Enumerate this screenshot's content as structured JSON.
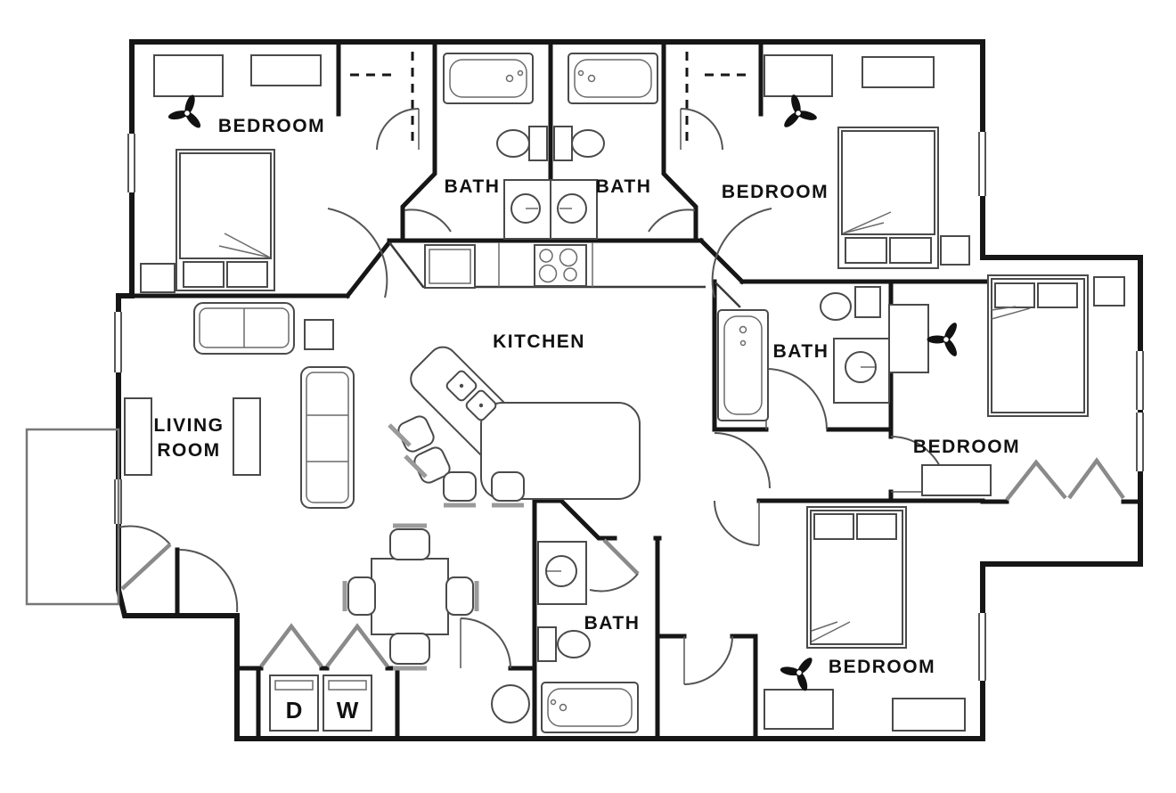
{
  "floor_plan": {
    "rooms": {
      "bedroom_top_left": "BEDROOM",
      "bath_top_left": "BATH",
      "bath_top_mid": "BATH",
      "bedroom_top_right": "BEDROOM",
      "kitchen": "KITCHEN",
      "living_line1": "LIVING",
      "living_line2": "ROOM",
      "bath_mid_right": "BATH",
      "bedroom_mid_right": "BEDROOM",
      "bath_bottom": "BATH",
      "bedroom_bottom": "BEDROOM"
    },
    "appliances": {
      "dryer": "D",
      "washer": "W"
    },
    "icons": {
      "ceiling_fan": "black 3-blade ceiling fan symbol",
      "toilet": "toilet bowl and tank outline",
      "bathtub": "bathtub outline",
      "round_sink": "round basin in vanity"
    },
    "colors": {
      "walls": "#161616",
      "furniture_outline": "#4a4a4a",
      "doors": "#555555",
      "background": "#ffffff",
      "labels": "#111111"
    }
  }
}
